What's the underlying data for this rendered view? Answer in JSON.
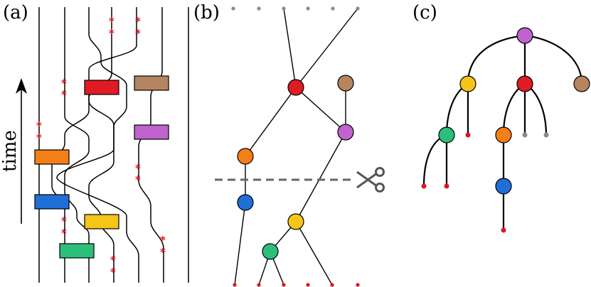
{
  "panels": {
    "a": {
      "label": "(a)",
      "axis_label": "time"
    },
    "b": {
      "label": "(b)"
    },
    "c": {
      "label": "(c)"
    }
  },
  "colors": {
    "orange": "#f57f17",
    "blue": "#1f6fd6",
    "green": "#2dbf7a",
    "yellow": "#f5c518",
    "red": "#e01b24",
    "purple": "#c063cf",
    "brown": "#b58560",
    "measurement": "#e0141e",
    "unused_leaf": "#8a8a8a",
    "cut_line": "#666666"
  },
  "icons": {
    "cut": "scissors-icon",
    "time_direction": "up-arrow-icon"
  },
  "gates": [
    "orange",
    "blue",
    "green",
    "yellow",
    "red",
    "purple",
    "brown"
  ]
}
